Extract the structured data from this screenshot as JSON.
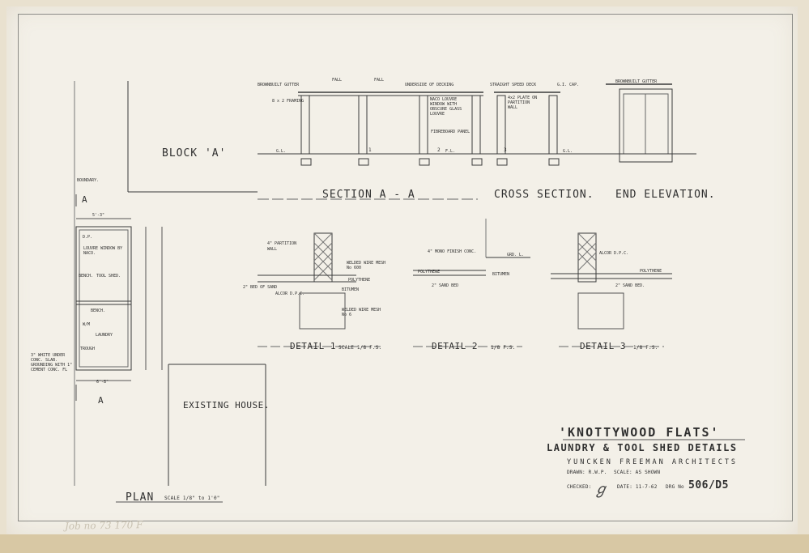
{
  "drawing": {
    "titles": {
      "block": "BLOCK 'A'",
      "section_aa": "SECTION A - A",
      "cross_section": "CROSS SECTION.",
      "end_elevation": "END ELEVATION.",
      "detail1": "DETAIL 1",
      "detail1_scale": "SCALE 1/8 F.S.",
      "detail2": "DETAIL 2",
      "detail2_scale": "1/8 F.S.",
      "detail3": "DETAIL 3",
      "detail3_scale": "1/8 F.S.",
      "existing_house": "EXISTING HOUSE.",
      "plan": "PLAN",
      "plan_scale": "SCALE 1/8\" to 1'0\""
    },
    "section_notes": {
      "brownbuilt_gutter": "BROWNBUILT GUTTER",
      "framing": "8 x 2 FRAMING",
      "fall_1": "FALL",
      "fall_2": "FALL",
      "underside_decking": "UNDERSIDE OF DECKING",
      "naco_louvre": "NACO LOUVRE WINDOW WITH OBSCURE GLASS LOUVRE",
      "fibreboard": "FIBREBOARD PANEL",
      "straight_speed_deck": "STRAIGHT SPEED DECK",
      "gi_cap": "G.I. CAP.",
      "plate_on_partition": "4x2 PLATE ON PARTITION WALL",
      "fl": "F.L.",
      "gl_left": "G.L.",
      "gl_right": "G.L.",
      "mark1": "1",
      "mark2": "2",
      "mark3": "3",
      "brownbuilt_gutter_end": "BROWNBUILT GUTTER"
    },
    "detail_notes": {
      "partition_wall": "4\" PARTITION WALL",
      "welded_wire_top": "WELDED WIRE MESH No 600",
      "polythene_1": "POLYTHENE",
      "bitumen_1": "BITUMEN",
      "sand_bed_1": "2\" BED OF SAND",
      "alcor_1": "ALCOR D.P.C.",
      "welded_wire_bottom": "WELDED WIRE MESH No 6",
      "mono_finish": "4\" MONO FINISH CONC.",
      "gl": "GRD. L.",
      "polythene_2": "POLYTHENE",
      "bitumen_2": "BITUMEN",
      "sand_bed_2": "2\" SAND BED",
      "alcor_3": "ALCOR D.P.C.",
      "polythene_3": "POLYTHENE",
      "sand_bed_3": "2\" SAND BED."
    },
    "plan_notes": {
      "boundary": "BOUNDARY.",
      "section_mark_top": "A",
      "section_mark_bottom": "A",
      "louvre": "LOUVRE WINDOW BY NACO.",
      "bench_1": "BENCH.",
      "tool_shed": "TOOL SHED.",
      "bench_2": "BENCH.",
      "laundry": "LAUNDRY",
      "trough": "TROUGH",
      "wm": "W/M",
      "slab_note": "3\" WHITE UNDER CONC. SLAB. GROUNDING WITH 1\" CEMENT CONC. FL",
      "dp": "D.P.",
      "dim_top": "5'-3\"",
      "dim_bottom": "6'-8\""
    },
    "title_block": {
      "project": "'KNOTTYWOOD FLATS'",
      "subtitle": "LAUNDRY & TOOL SHED DETAILS",
      "architects": "YUNCKEN FREEMAN ARCHITECTS",
      "drawn": "DRAWN: R.W.P.",
      "scale": "SCALE: AS SHOWN",
      "checked": "CHECKED:",
      "date": "DATE: 11-7-62",
      "dwg_label": "DRG No",
      "dwg_no": "506/D5"
    },
    "pencil_note": "Job no 73 170 F"
  }
}
